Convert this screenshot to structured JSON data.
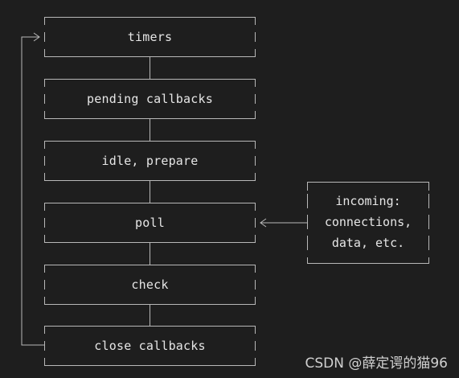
{
  "stages": [
    {
      "id": "timers",
      "label": "timers"
    },
    {
      "id": "pending-callbacks",
      "label": "pending callbacks"
    },
    {
      "id": "idle-prepare",
      "label": "idle, prepare"
    },
    {
      "id": "poll",
      "label": "poll"
    },
    {
      "id": "check",
      "label": "check"
    },
    {
      "id": "close-callbacks",
      "label": "close callbacks"
    }
  ],
  "incoming": {
    "lines": [
      "incoming:",
      "connections,",
      "data, etc."
    ]
  },
  "watermark": "CSDN @薛定谔的猫96",
  "colors": {
    "background": "#1e1e1e",
    "line": "#b8b8b8",
    "text": "#e6e6e6"
  }
}
